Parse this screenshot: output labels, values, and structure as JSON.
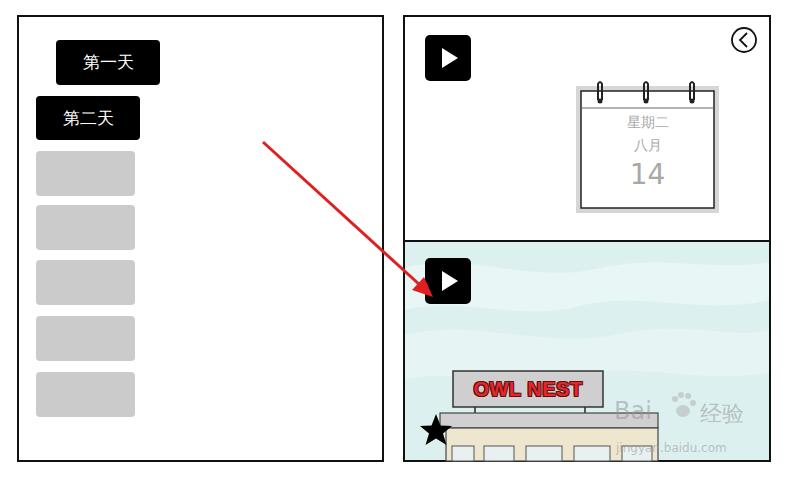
{
  "diagram": {
    "nodes": [
      {
        "text": [
          "第一天"
        ]
      },
      {
        "text": [
          "第二天"
        ]
      },
      {
        "text": [
          "星期二",
          "八月",
          "14"
        ]
      },
      {
        "text": [
          "OWL NEST"
        ]
      }
    ],
    "labels": [
      "Bai",
      "经验",
      "jingyan.baidu.com"
    ]
  }
}
